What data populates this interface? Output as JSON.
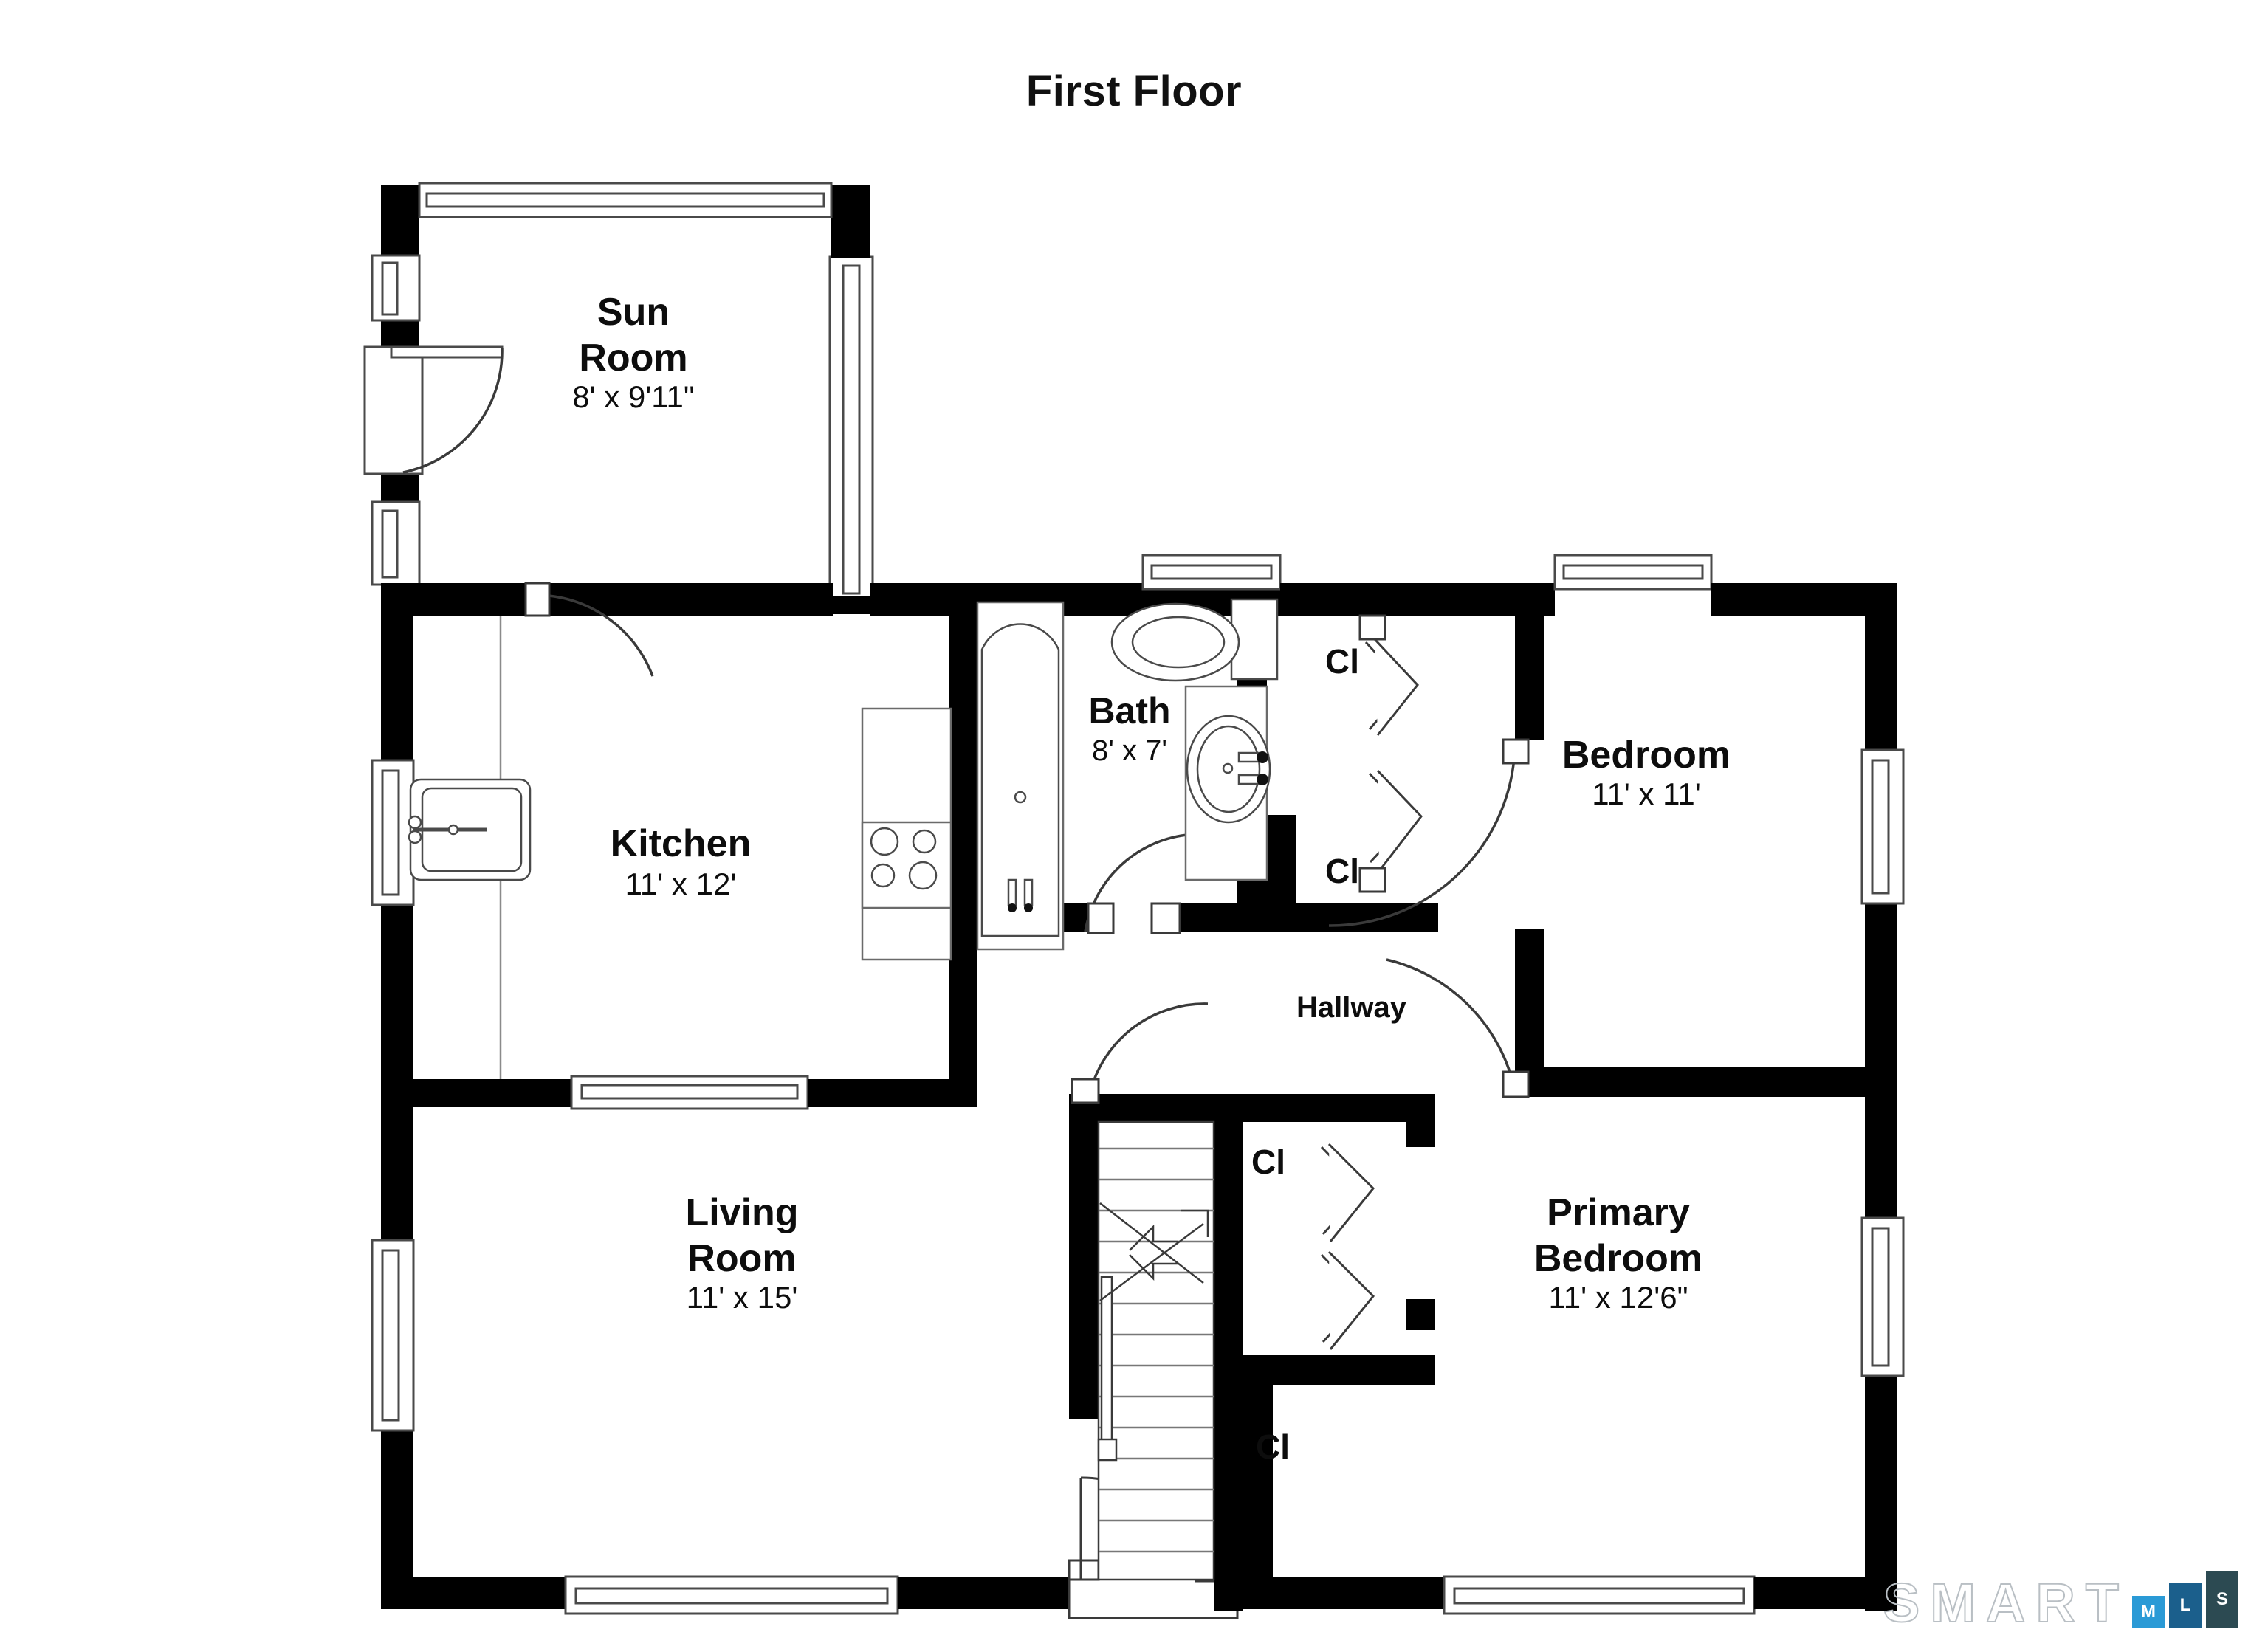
{
  "title": "First Floor",
  "rooms": [
    {
      "id": "sun-room",
      "name_line1": "Sun",
      "name_line2": "Room",
      "dim": "8' x 9'11\""
    },
    {
      "id": "kitchen",
      "name_line1": "Kitchen",
      "name_line2": "",
      "dim": "11' x 12'"
    },
    {
      "id": "bath",
      "name_line1": "Bath",
      "name_line2": "",
      "dim": "8' x 7'"
    },
    {
      "id": "bedroom",
      "name_line1": "Bedroom",
      "name_line2": "",
      "dim": "11' x 11'"
    },
    {
      "id": "living-room",
      "name_line1": "Living",
      "name_line2": "Room",
      "dim": "11' x 15'"
    },
    {
      "id": "primary-bedroom",
      "name_line1": "Primary",
      "name_line2": "Bedroom",
      "dim": "11' x 12'6\""
    }
  ],
  "hallway_label": "Hallway",
  "closets": [
    {
      "id": "closet-bedroom-upper",
      "label": "Cl"
    },
    {
      "id": "closet-bedroom-lower",
      "label": "Cl"
    },
    {
      "id": "closet-stairs",
      "label": "Cl"
    },
    {
      "id": "closet-entry",
      "label": "Cl"
    }
  ],
  "watermark": {
    "brand": "SMART",
    "m": "M",
    "l": "L",
    "s": "S",
    "brand_color": "#b9bfc4",
    "m_color": "#2a9ad6",
    "l_color": "#1b5f8c",
    "s_color": "#2c4a52"
  },
  "colors": {
    "wall": "#000000",
    "fixture_stroke": "#3a3a3a",
    "background": "#ffffff"
  }
}
